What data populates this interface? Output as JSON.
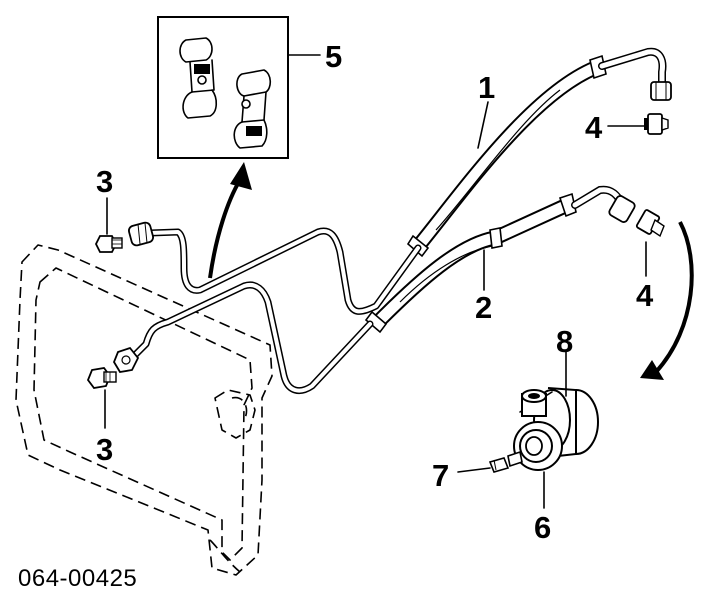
{
  "diagram": {
    "part_number": "064-00425",
    "callouts": [
      {
        "id": "1",
        "label": "1"
      },
      {
        "id": "2",
        "label": "2"
      },
      {
        "id": "3a",
        "label": "3"
      },
      {
        "id": "3b",
        "label": "3"
      },
      {
        "id": "4a",
        "label": "4"
      },
      {
        "id": "4b",
        "label": "4"
      },
      {
        "id": "5",
        "label": "5"
      },
      {
        "id": "6",
        "label": "6"
      },
      {
        "id": "7",
        "label": "7"
      },
      {
        "id": "8",
        "label": "8"
      }
    ]
  }
}
